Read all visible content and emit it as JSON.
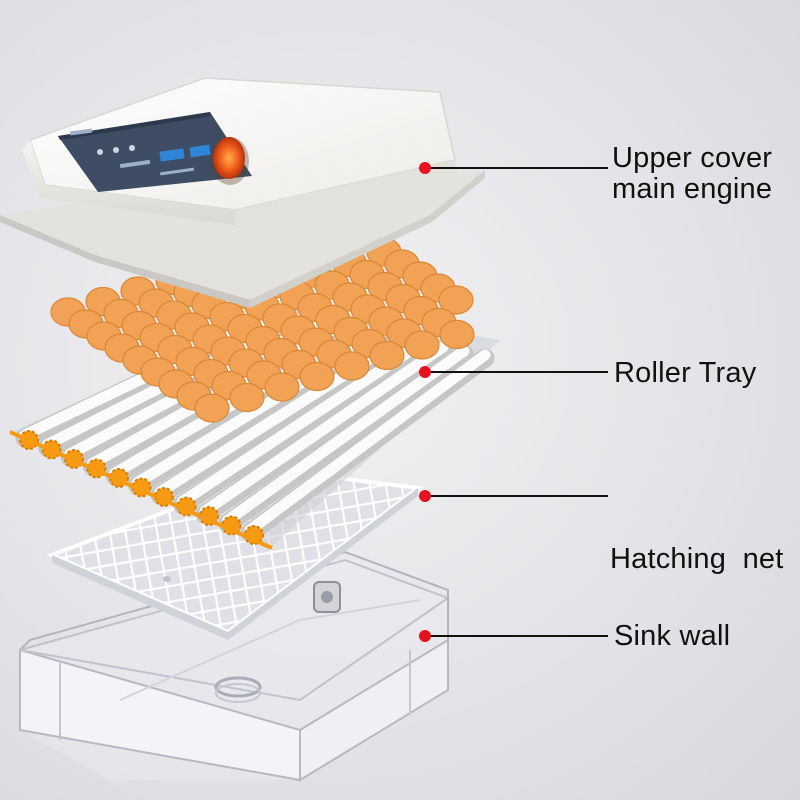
{
  "callouts": [
    {
      "id": "upper-cover",
      "lines": [
        "Upper cover",
        "main engine"
      ]
    },
    {
      "id": "roller-tray",
      "lines": [
        "Roller Tray"
      ]
    },
    {
      "id": "hatching-net",
      "lines": [
        "Hatching  net"
      ]
    },
    {
      "id": "sink-wall",
      "lines": [
        "Sink wall"
      ]
    }
  ],
  "colors": {
    "marker": "#e8121e",
    "leader": "#111111",
    "egg_slot": "#f2a255",
    "cover": "#f7f6f2",
    "panel": "#3e4d63",
    "display": "#2f86d8",
    "roller_gear": "#f59a12"
  },
  "icons": [
    "egg-candling-light-icon",
    "control-panel-icon",
    "motor-icon"
  ]
}
